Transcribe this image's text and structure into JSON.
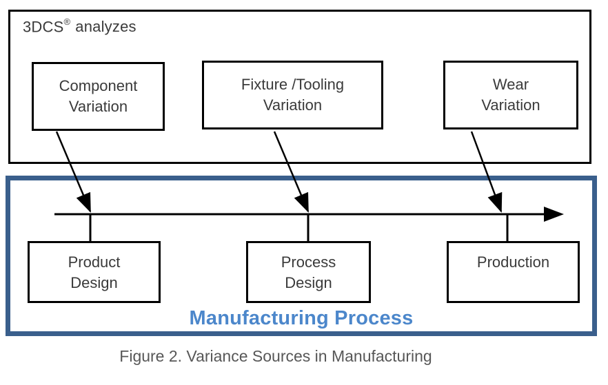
{
  "analyzes_group": {
    "title_name": "3DCS",
    "title_mark": "®",
    "title_verb": "analyzes",
    "boxes": [
      {
        "label": "Component\nVariation"
      },
      {
        "label": "Fixture /Tooling\nVariation"
      },
      {
        "label": "Wear\nVariation"
      }
    ]
  },
  "process_group": {
    "title": "Manufacturing Process",
    "boxes": [
      {
        "label": "Product\nDesign"
      },
      {
        "label": "Process\nDesign"
      },
      {
        "label": "Production"
      }
    ]
  },
  "caption": "Figure 2. Variance Sources in Manufacturing",
  "colors": {
    "line_color": "#000000",
    "box_text": "#3a3a3a",
    "caption_text": "#575757",
    "process_border": "#3a5f8c",
    "process_title": "#4c87cb"
  }
}
